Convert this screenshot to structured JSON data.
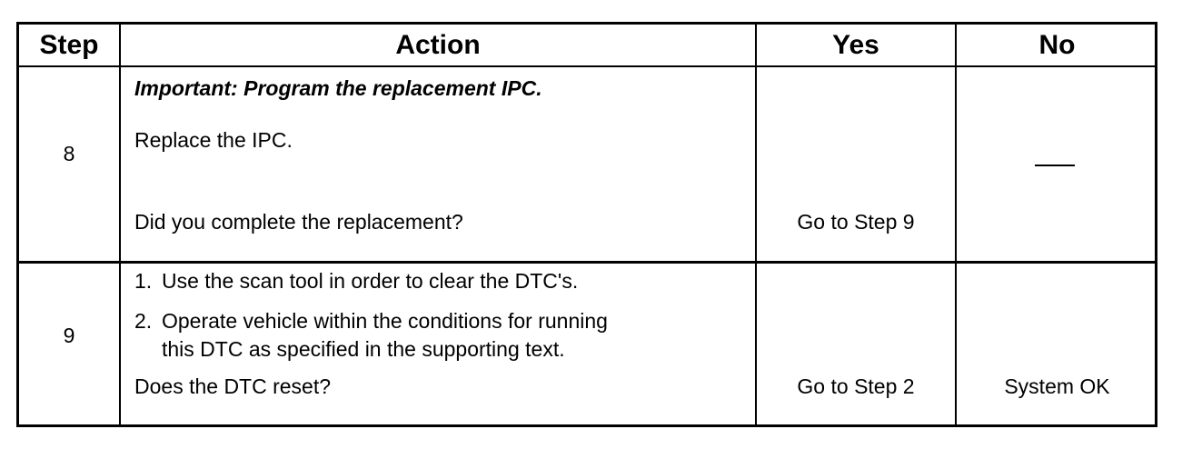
{
  "table": {
    "headers": {
      "step": "Step",
      "action": "Action",
      "yes": "Yes",
      "no": "No"
    },
    "rows": [
      {
        "step": "8",
        "important": "Important: Program the replacement IPC.",
        "instruction": "Replace the IPC.",
        "question": "Did you complete the replacement?",
        "yes": "Go to Step 9",
        "no": "—"
      },
      {
        "step": "9",
        "items": [
          {
            "num": "1.",
            "text": "Use the scan tool in order to clear the DTC's."
          },
          {
            "num": "2.",
            "line1": "Operate vehicle within the conditions for running",
            "line2": "this DTC as specified in the supporting text."
          }
        ],
        "question": "Does the DTC reset?",
        "yes": "Go to Step 2",
        "no": "System OK"
      }
    ]
  }
}
